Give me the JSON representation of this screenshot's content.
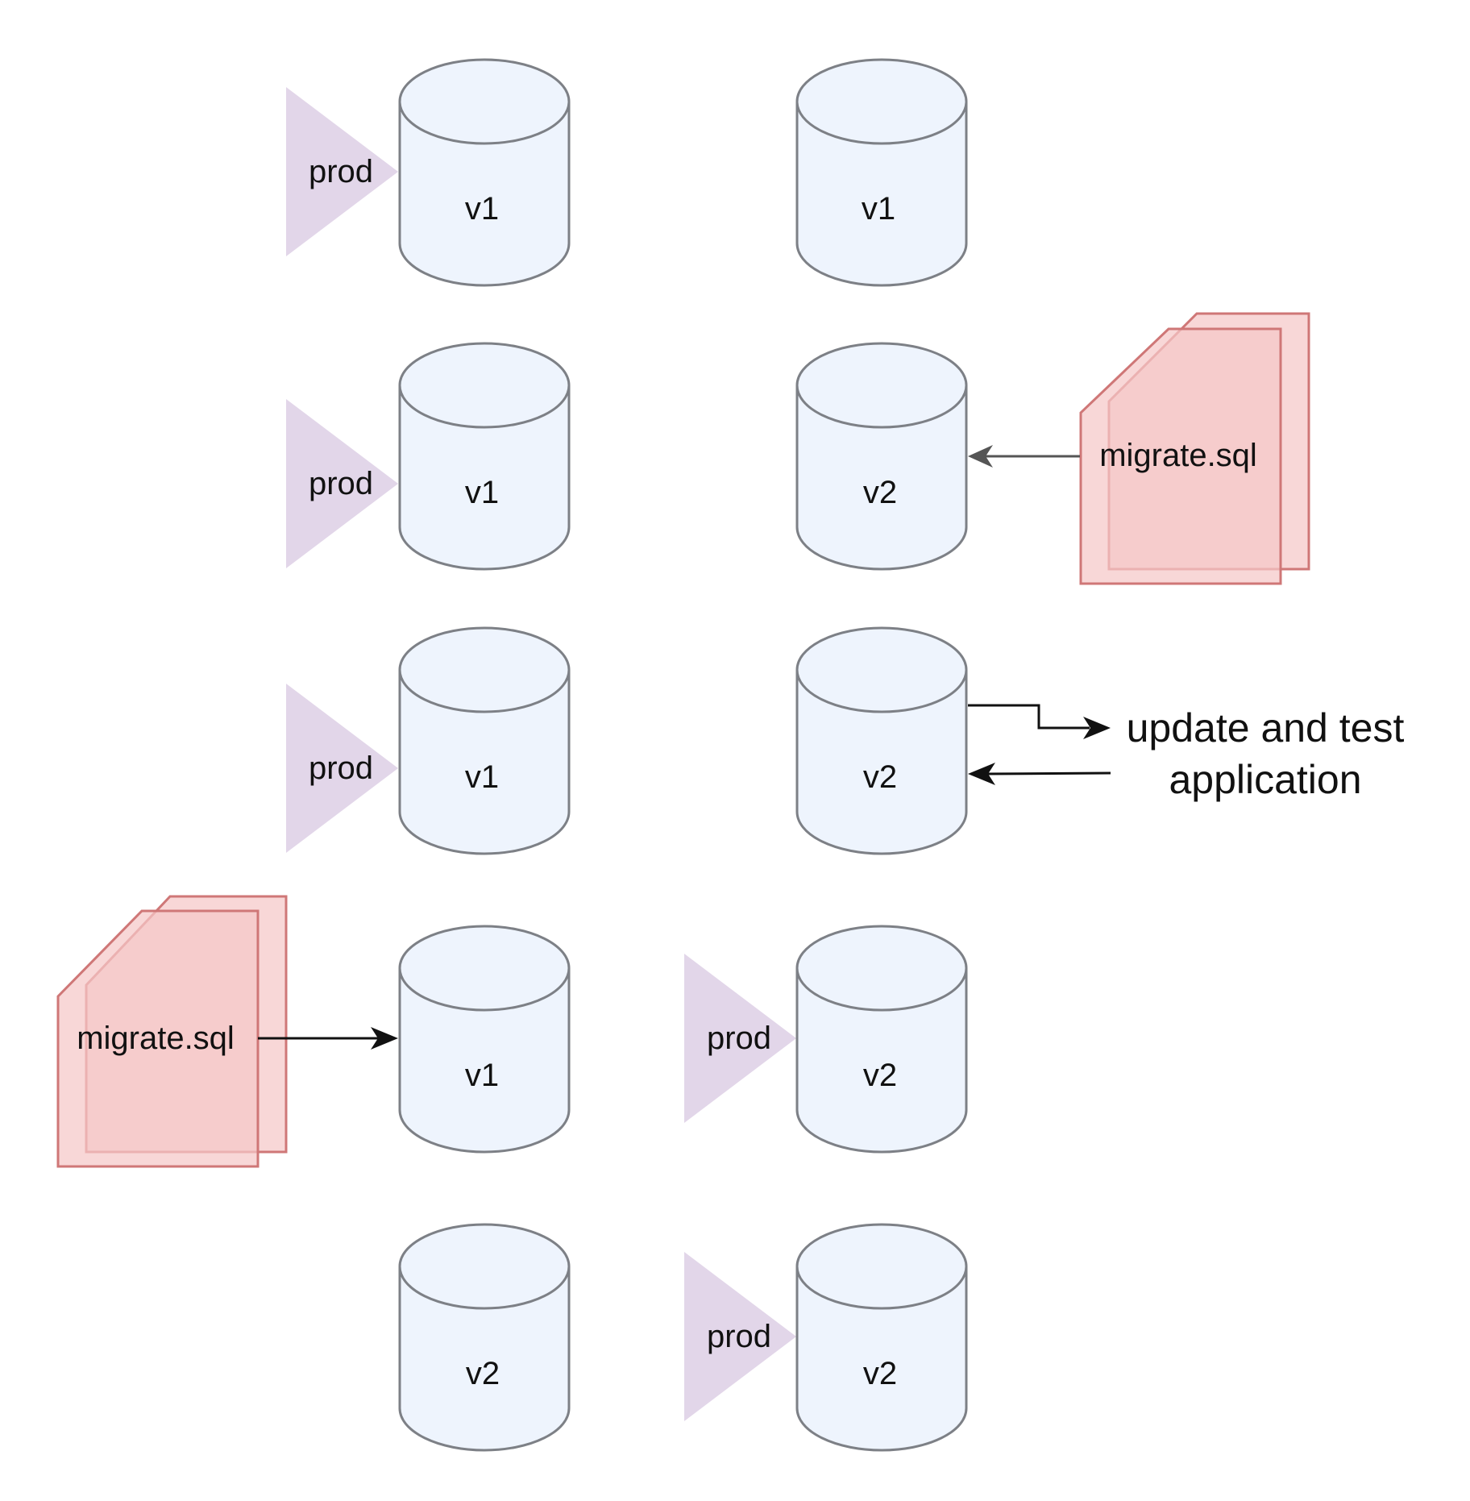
{
  "labels": {
    "prod": "prod",
    "migration_file": "migrate.sql",
    "note_line1": "update and test",
    "note_line2": "application"
  },
  "rows": [
    {
      "left": {
        "version": "v1",
        "prod": true
      },
      "right": {
        "version": "v1",
        "prod": false
      }
    },
    {
      "left": {
        "version": "v1",
        "prod": true
      },
      "right": {
        "version": "v2",
        "prod": false
      }
    },
    {
      "left": {
        "version": "v1",
        "prod": true
      },
      "right": {
        "version": "v2",
        "prod": false
      }
    },
    {
      "left": {
        "version": "v1",
        "prod": false
      },
      "right": {
        "version": "v2",
        "prod": true
      }
    },
    {
      "left": {
        "version": "v2",
        "prod": false
      },
      "right": {
        "version": "v2",
        "prod": true
      }
    }
  ],
  "colors": {
    "database_fill": "#eef4fd",
    "database_stroke": "#7d8086",
    "prod_marker": "#e2d6e9",
    "migration_fill": "#f5c8c8",
    "migration_stroke": "#cf7777"
  }
}
